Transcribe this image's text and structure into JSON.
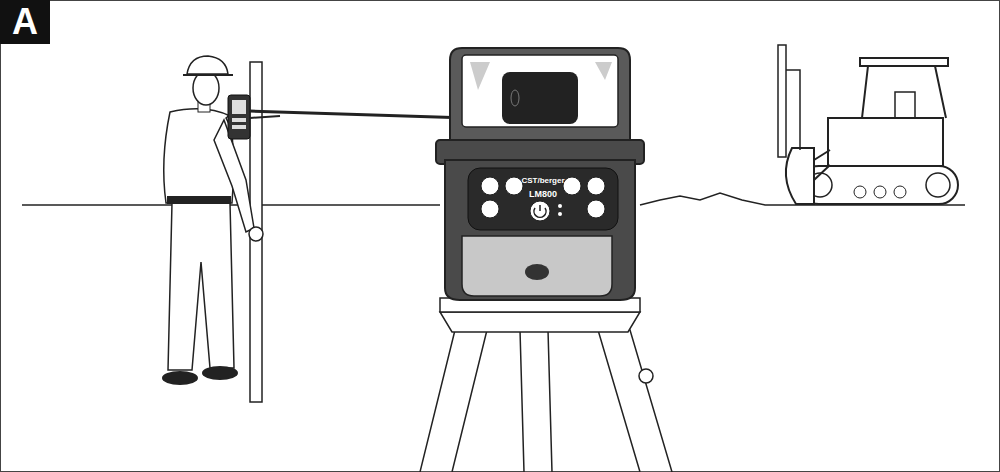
{
  "diagram": {
    "nodes": [
      {
        "text": [
          "A"
        ]
      }
    ],
    "labels": [
      "CST/berger",
      "LM800"
    ]
  }
}
